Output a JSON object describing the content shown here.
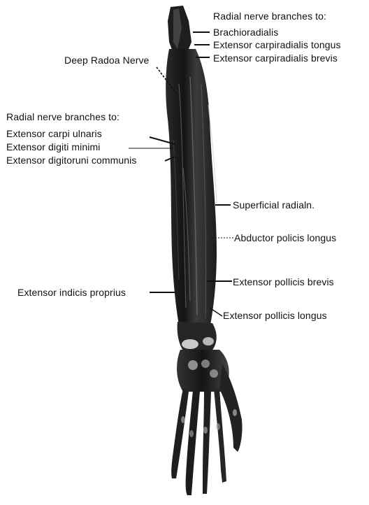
{
  "labels": {
    "radial_top_heading": "Radial nerve branches to:",
    "brachioradialis": "Brachioradialis",
    "ecr_longus": "Extensor carpiradialis tongus",
    "ecr_brevis": "Extensor carpiradialis brevis",
    "deep_radial_nerve": "Deep Radoa Nerve",
    "radial_left_heading": "Radial nerve branches to:",
    "ext_carpi_ulnaris": "Extensor carpi ulnaris",
    "ext_digiti_minimi": "Extensor digiti minimi",
    "ext_digitorum_communis": "Extensor digitoruni communis",
    "superficial_radial": "Superficial radialn.",
    "abductor_pollicis_longus": "Abductor policis longus",
    "ext_pollicis_brevis": "Extensor pollicis brevis",
    "ext_indicis_proprius": "Extensor indicis proprius",
    "ext_pollicis_longus": "Extensor pollicis longus"
  },
  "colors": {
    "ink": "#111111",
    "muscle_dark": "#1a1a1a",
    "muscle_mid": "#3a3a3a",
    "highlight": "#8a8a8a"
  }
}
